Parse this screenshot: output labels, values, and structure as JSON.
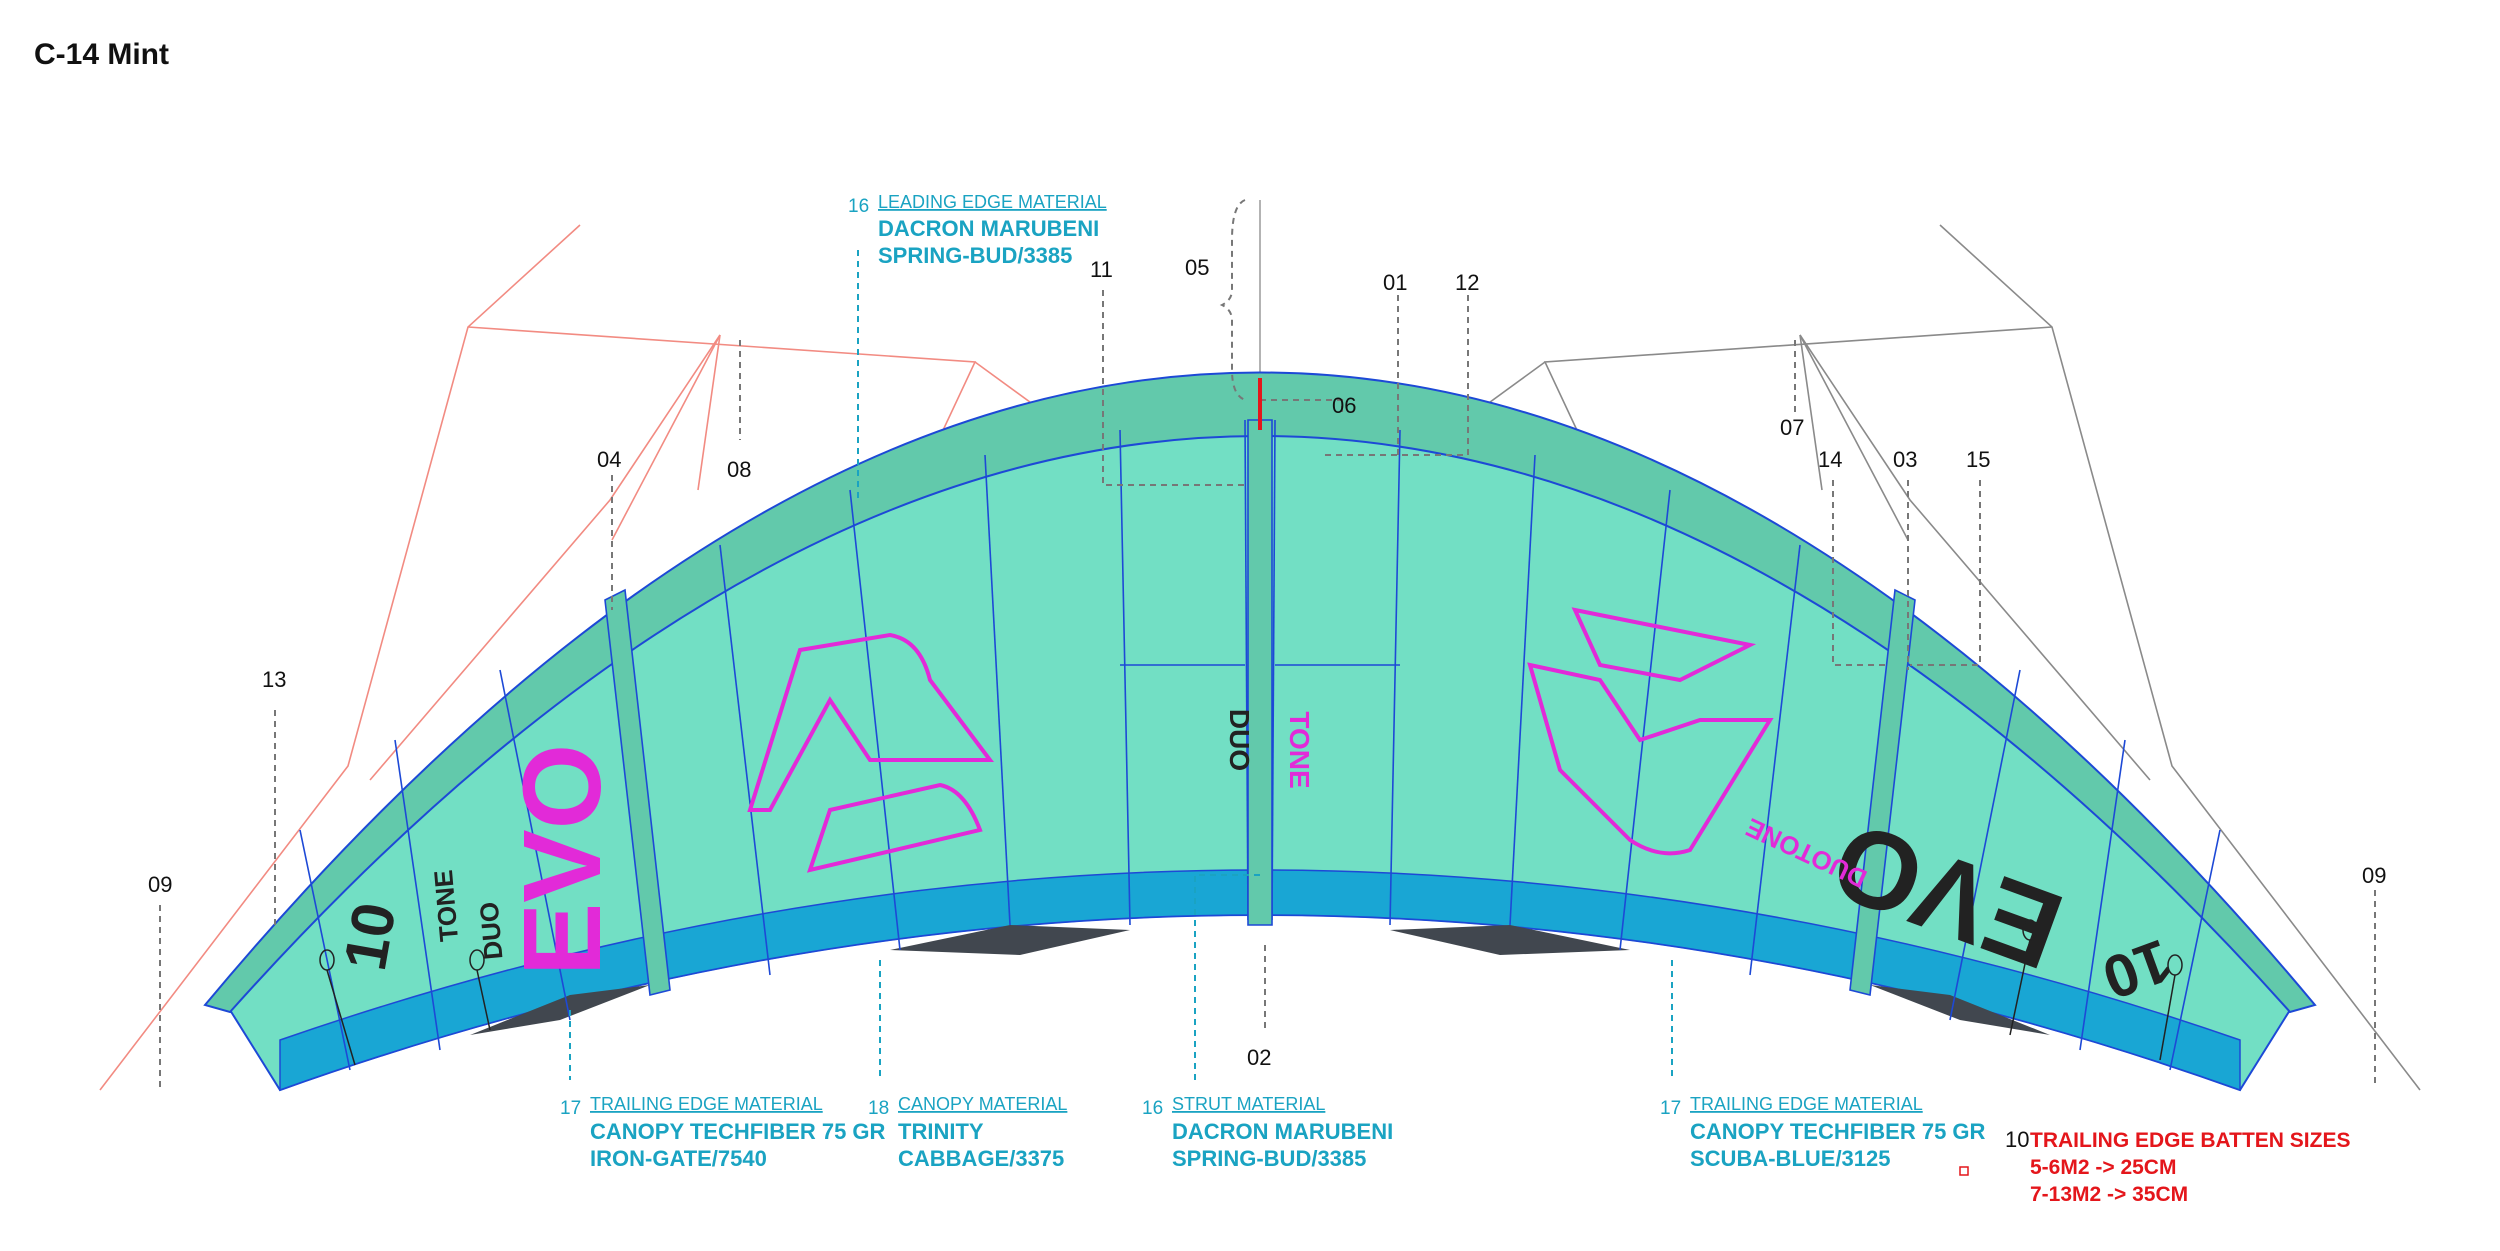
{
  "title": "C-14 Mint",
  "callouts": {
    "c01": "01",
    "c02": "02",
    "c03": "03",
    "c04": "04",
    "c05": "05",
    "c06": "06",
    "c07": "07",
    "c08": "08",
    "c09a": "09",
    "c09b": "09",
    "c10": "10",
    "c11": "11",
    "c12": "12",
    "c13": "13",
    "c14": "14",
    "c15": "15"
  },
  "materials": {
    "leading_edge": {
      "num": "16",
      "label": "LEADING EDGE MATERIAL",
      "line1": "DACRON MARUBENI",
      "line2": "SPRING-BUD/3385"
    },
    "trailing_left": {
      "num": "17",
      "label": "TRAILING EDGE MATERIAL",
      "line1": "CANOPY TECHFIBER 75 GR",
      "line2": "IRON-GATE/7540"
    },
    "canopy": {
      "num": "18",
      "label": "CANOPY MATERIAL",
      "line1": "TRINITY",
      "line2": "CABBAGE/3375"
    },
    "strut": {
      "num": "16",
      "label": "STRUT MATERIAL",
      "line1": "DACRON MARUBENI",
      "line2": "SPRING-BUD/3385"
    },
    "trailing_right": {
      "num": "17",
      "label": "TRAILING EDGE MATERIAL",
      "line1": "CANOPY TECHFIBER 75 GR",
      "line2": "SCUBA-BLUE/3125"
    }
  },
  "batten": {
    "title": "TRAILING EDGE BATTEN SIZES",
    "line1": "5-6M2 -> 25CM",
    "line2": "7-13M2 -> 35CM"
  },
  "graphics": {
    "evo_left": "EVO",
    "evo_right": "EVO",
    "ten_left": "10",
    "ten_right": "10",
    "duo_tone_center_a": "DUO",
    "duo_tone_center_b": "TONE",
    "duo_tone_left_a": "TONE",
    "duo_tone_left_b": "DUO",
    "duotone_right": "DUOTONE"
  },
  "colors": {
    "canopy": "#72dfc4",
    "leading_edge": "#62c9ab",
    "seam": "#1d49d6",
    "trailing_blue": "#19a6d4",
    "trailing_gray": "#41474f",
    "magenta": "#e22ad8",
    "callout_cyan": "#1aa3c2",
    "red": "#e4161b"
  }
}
